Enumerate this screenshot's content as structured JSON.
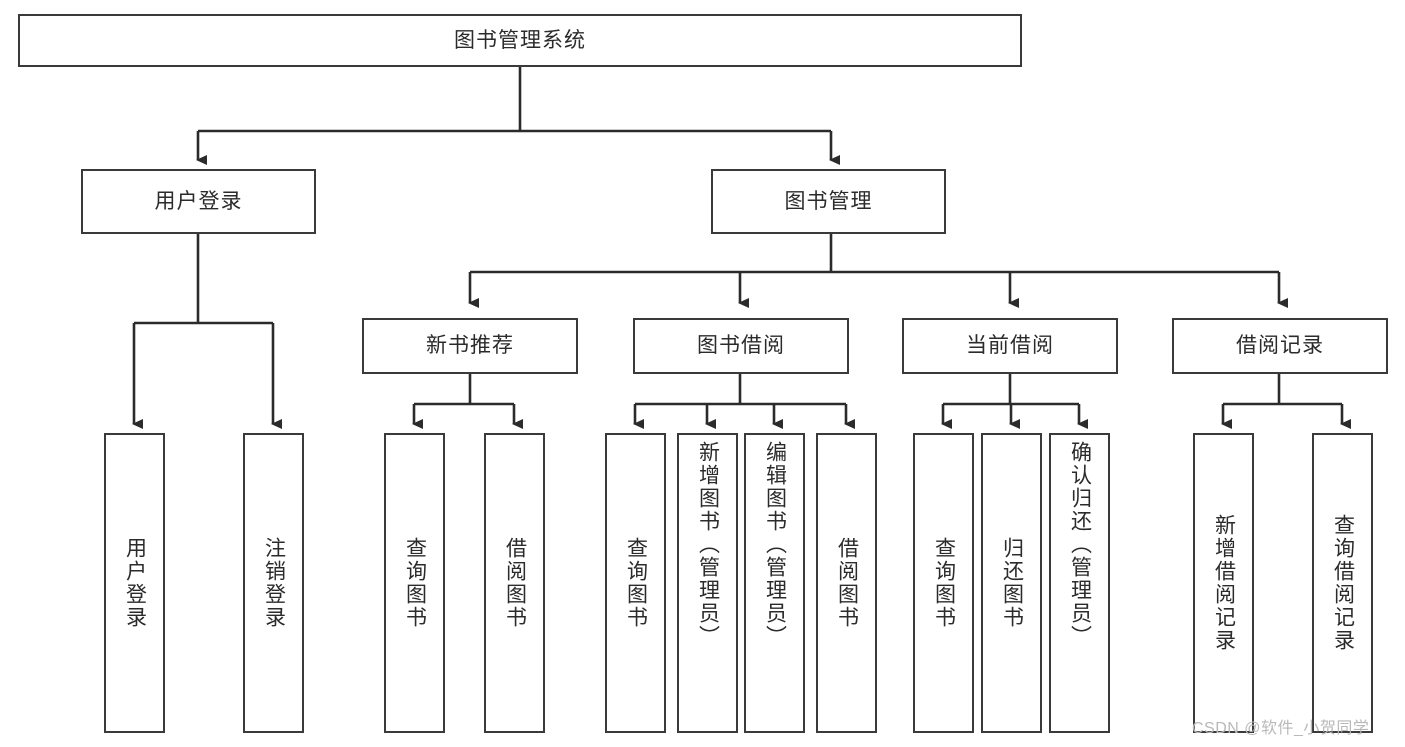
{
  "diagram": {
    "type": "tree",
    "title": "图书管理系统",
    "orientation": "top-down",
    "colors": {
      "box_border": "#3a3a3a",
      "box_fill": "#ffffff",
      "connector": "#2b2b2b",
      "text": "#2b2b2b",
      "watermark": "#b9b9b9"
    },
    "root": {
      "label": "图书管理系统"
    },
    "level2": [
      {
        "label": "用户登录"
      },
      {
        "label": "图书管理"
      }
    ],
    "level3": [
      {
        "label": "新书推荐"
      },
      {
        "label": "图书借阅"
      },
      {
        "label": "当前借阅"
      },
      {
        "label": "借阅记录"
      }
    ],
    "leaves": {
      "user_login": [
        {
          "label": "用户登录"
        },
        {
          "label": "注销登录"
        }
      ],
      "new_book_recommend": [
        {
          "label": "查询图书"
        },
        {
          "label": "借阅图书"
        }
      ],
      "book_borrow": [
        {
          "label": "查询图书"
        },
        {
          "label": "新增图书（管理员）"
        },
        {
          "label": "编辑图书（管理员）"
        },
        {
          "label": "借阅图书"
        }
      ],
      "current_borrow": [
        {
          "label": "查询图书"
        },
        {
          "label": "归还图书"
        },
        {
          "label": "确认归还（管理员）"
        }
      ],
      "borrow_record": [
        {
          "label": "新增借阅记录"
        },
        {
          "label": "查询借阅记录"
        }
      ]
    }
  },
  "watermark": {
    "text": "CSDN @软件_小贺同学"
  }
}
